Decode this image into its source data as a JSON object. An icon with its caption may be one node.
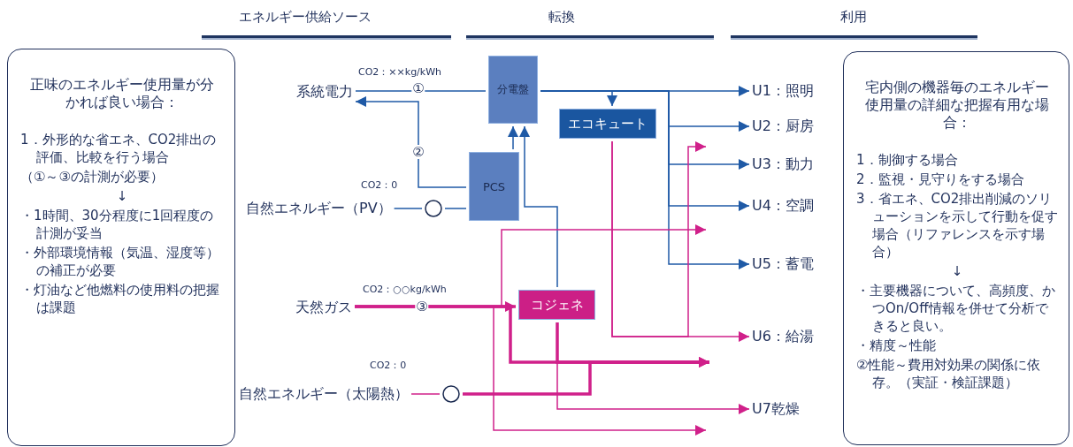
{
  "diagram": {
    "nodes": [
      {
        "text": [
          "系統電力"
        ],
        "beside": [
          "CO2：××kg/kWh"
        ]
      },
      {
        "text": [
          "分電盤"
        ]
      },
      {
        "text": [
          "エコキュート"
        ]
      },
      {
        "text": [
          "PCS"
        ]
      },
      {
        "text": [],
        "shape": "circle"
      },
      {
        "text": [
          "自然エネルギー（PV）"
        ],
        "beside": [
          "CO2：0"
        ]
      },
      {
        "text": [
          "天然ガス"
        ],
        "beside": [
          "CO2：○○kg/kWh"
        ]
      },
      {
        "text": [
          "コジェネ"
        ]
      },
      {
        "text": [
          "自然エネルギー（太陽熱）"
        ],
        "beside": [
          "CO2：0"
        ]
      },
      {
        "text": [],
        "shape": "circle"
      },
      {
        "text": [
          "U1：照明"
        ]
      },
      {
        "text": [
          "U2：厨房"
        ]
      },
      {
        "text": [
          "U3：動力"
        ]
      },
      {
        "text": [
          "U4：空調"
        ]
      },
      {
        "text": [
          "U5：蓄電"
        ]
      },
      {
        "text": [
          "U6：給湯"
        ]
      },
      {
        "text": [
          "U7乾燥"
        ]
      },
      {
        "text": [
          "正味のエネルギー使用量が分かれば良い場合：",
          "1．外形的な省エネ、CO2排出の評価、比較を行う場合",
          "（①～③の計測が必要）",
          "↓",
          "・1時間、30分程度に1回程度の計測が妥当",
          "・外部環境情報（気温、湿度等）の補正が必要",
          "・灯油など他燃料の使用料の把握は課題"
        ]
      },
      {
        "text": [
          "宅内側の機器毎のエネルギー使用量の詳細な把握有用な場合：",
          "1．制御する場合",
          "2．監視・見守りをする場合",
          "3．省エネ、CO2排出削減のソリューションを示して行動を促す場合（リファレンスを示す場合）",
          "↓",
          "・主要機器について、高頻度、かつOn/Off情報を併せて分析できると良い。",
          "・精度～性能",
          "②性能～費用対効果の関係に依存。（実証・検証課題）"
        ]
      }
    ],
    "edges": [
      {
        "from": 0,
        "to": 1,
        "arrow": "none",
        "label": "①"
      },
      {
        "from": 3,
        "to": 0,
        "arrow": "to",
        "label": "②"
      },
      {
        "from": 5,
        "to": 4,
        "arrow": "none"
      },
      {
        "from": 4,
        "to": 3,
        "arrow": "none"
      },
      {
        "from": 3,
        "to": 1,
        "arrow": "to"
      },
      {
        "from": 7,
        "to": 1,
        "arrow": "to"
      },
      {
        "from": 1,
        "to": 10,
        "arrow": "to"
      },
      {
        "from": 1,
        "to": 2,
        "arrow": "to"
      },
      {
        "from": 1,
        "to": 11,
        "arrow": "to"
      },
      {
        "from": 1,
        "to": 12,
        "arrow": "to"
      },
      {
        "from": 1,
        "to": 13,
        "arrow": "to"
      },
      {
        "from": 1,
        "to": 14,
        "arrow": "to"
      },
      {
        "from": 2,
        "to": 15,
        "arrow": "to",
        "color": "#d0208a"
      },
      {
        "from": 2,
        "to": null,
        "arrow": "to",
        "color": "#d0208a"
      },
      {
        "from": 6,
        "to": 7,
        "arrow": "to",
        "label": "③",
        "style": "thick",
        "color": "#d0208a"
      },
      {
        "from": 6,
        "to": null,
        "arrow": "to",
        "color": "#d0208a"
      },
      {
        "from": 6,
        "to": null,
        "arrow": "to",
        "style": "thick",
        "color": "#d0208a"
      },
      {
        "from": 7,
        "to": null,
        "arrow": "to",
        "style": "thick",
        "color": "#d0208a"
      },
      {
        "from": 7,
        "to": 16,
        "arrow": "to",
        "color": "#d0208a"
      },
      {
        "from": 8,
        "to": 9,
        "arrow": "none",
        "color": "#d0208a"
      },
      {
        "from": 9,
        "to": null,
        "arrow": "to",
        "style": "thick",
        "color": "#d0208a"
      },
      {
        "from": 6,
        "to": null,
        "arrow": "to",
        "color": "#d0208a"
      }
    ],
    "labels": [
      "エネルギー供給ソース",
      "転換",
      "利用"
    ]
  }
}
